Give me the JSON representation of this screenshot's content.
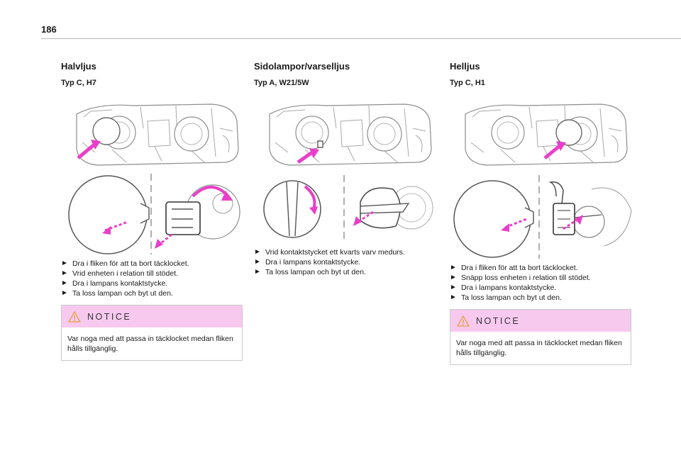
{
  "page": {
    "number": "186"
  },
  "colors": {
    "accent": "#e93ec9",
    "notice_bg": "#f7c9ef",
    "warning": "#e8a13a"
  },
  "columns": [
    {
      "title": "Halvljus",
      "subtitle": "Typ C, H7",
      "steps": [
        "Dra i fliken för att ta bort täcklocket.",
        "Vrid enheten i relation till stödet.",
        "Dra i lampans kontaktstycke.",
        "Ta loss lampan och byt ut den."
      ],
      "notice": {
        "title": "NOTICE",
        "text": "Var noga med att passa in täcklocket medan fliken hålls tillgänglig."
      }
    },
    {
      "title": "Sidolampor/varselljus",
      "subtitle": "Typ A, W21/5W",
      "steps": [
        "Vrid kontaktstycket ett kvarts varv medurs.",
        "Dra i lampans kontaktstycke.",
        "Ta loss lampan och byt ut den."
      ]
    },
    {
      "title": "Helljus",
      "subtitle": "Typ C, H1",
      "steps": [
        "Dra i fliken för att ta bort täcklocket.",
        "Snäpp loss enheten i relation till stödet.",
        "Dra i lampans kontaktstycke.",
        "Ta loss lampan och byt ut den."
      ],
      "notice": {
        "title": "NOTICE",
        "text": "Var noga med att passa in täcklocket medan fliken hålls tillgänglig."
      }
    }
  ],
  "step_bullet": "►"
}
